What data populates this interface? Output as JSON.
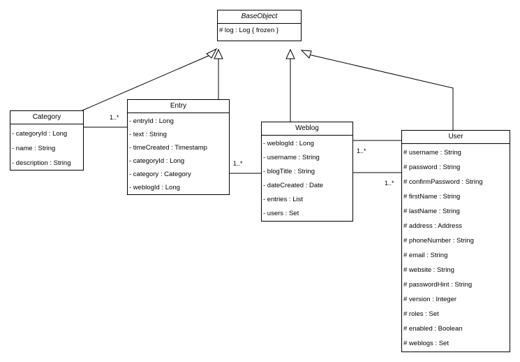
{
  "classes": {
    "base_object": {
      "name": "BaseObject",
      "attributes": [
        "# log : Log { frozen }"
      ]
    },
    "category": {
      "name": "Category",
      "attributes": [
        "- categoryId : Long",
        "- name : String",
        "- description : String"
      ]
    },
    "entry": {
      "name": "Entry",
      "attributes": [
        "- entryId : Long",
        "- text : String",
        "- timeCreated : Timestamp",
        "- categoryId : Long",
        "- category : Category",
        "- weblogId : Long"
      ]
    },
    "weblog": {
      "name": "Weblog",
      "attributes": [
        "- weblogId : Long",
        "- username : String",
        "- blogTitle : String",
        "- dateCreated : Date",
        "- entries : List",
        "- users : Set"
      ]
    },
    "user": {
      "name": "User",
      "attributes": [
        "# username : String",
        "# password : String",
        "# confirmPassword : String",
        "# firstName : String",
        "# lastName : String",
        "# address : Address",
        "# phoneNumber : String",
        "# email : String",
        "# website : String",
        "# passwordHint : String",
        "# version : Integer",
        "# roles : Set",
        "# enabled : Boolean",
        "# weblogs : Set"
      ]
    }
  },
  "multiplicities": {
    "category_entry": "1..*",
    "entry_weblog": "1..*",
    "weblog_user_top": "1..*",
    "weblog_user_bottom": "1..*"
  }
}
